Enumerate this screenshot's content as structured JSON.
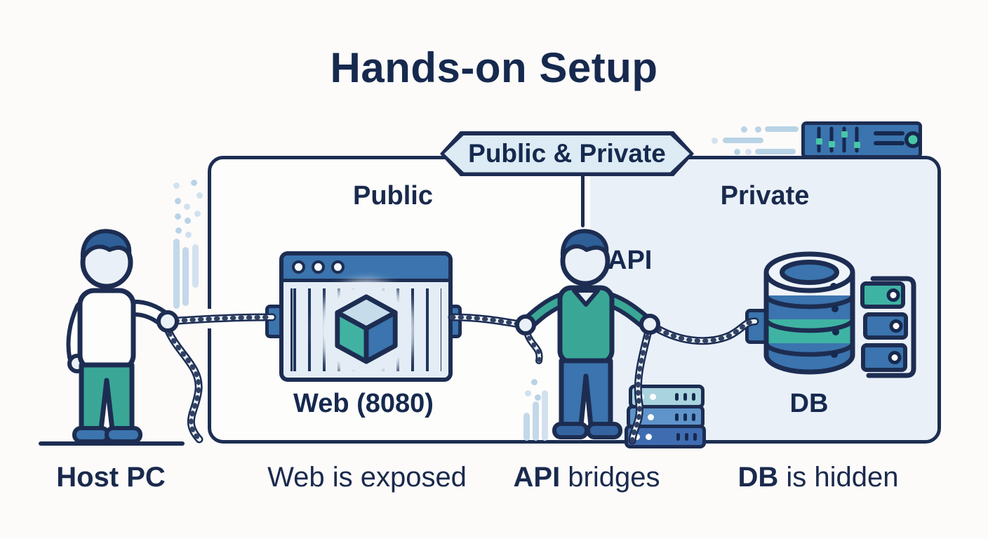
{
  "title": "Hands-on Setup",
  "banner": "Public & Private",
  "zones": {
    "public": "Public",
    "private": "Private"
  },
  "nodes": {
    "web_label": "Web (8080)",
    "api_label": "API",
    "db_label": "DB"
  },
  "captions": {
    "host": {
      "bold": "Host PC",
      "rest": ""
    },
    "web": {
      "bold": "",
      "rest": "Web is exposed"
    },
    "api": {
      "bold": "API",
      "rest": " bridges"
    },
    "db": {
      "bold": "DB",
      "rest": " is hidden"
    }
  },
  "colors": {
    "ink": "#1d2d52",
    "accent_blue": "#3b74ae",
    "accent_teal": "#3aa796",
    "private_bg": "#e9f0f8",
    "banner_bg": "#dcebf4",
    "decor": "#b9d3e6"
  }
}
